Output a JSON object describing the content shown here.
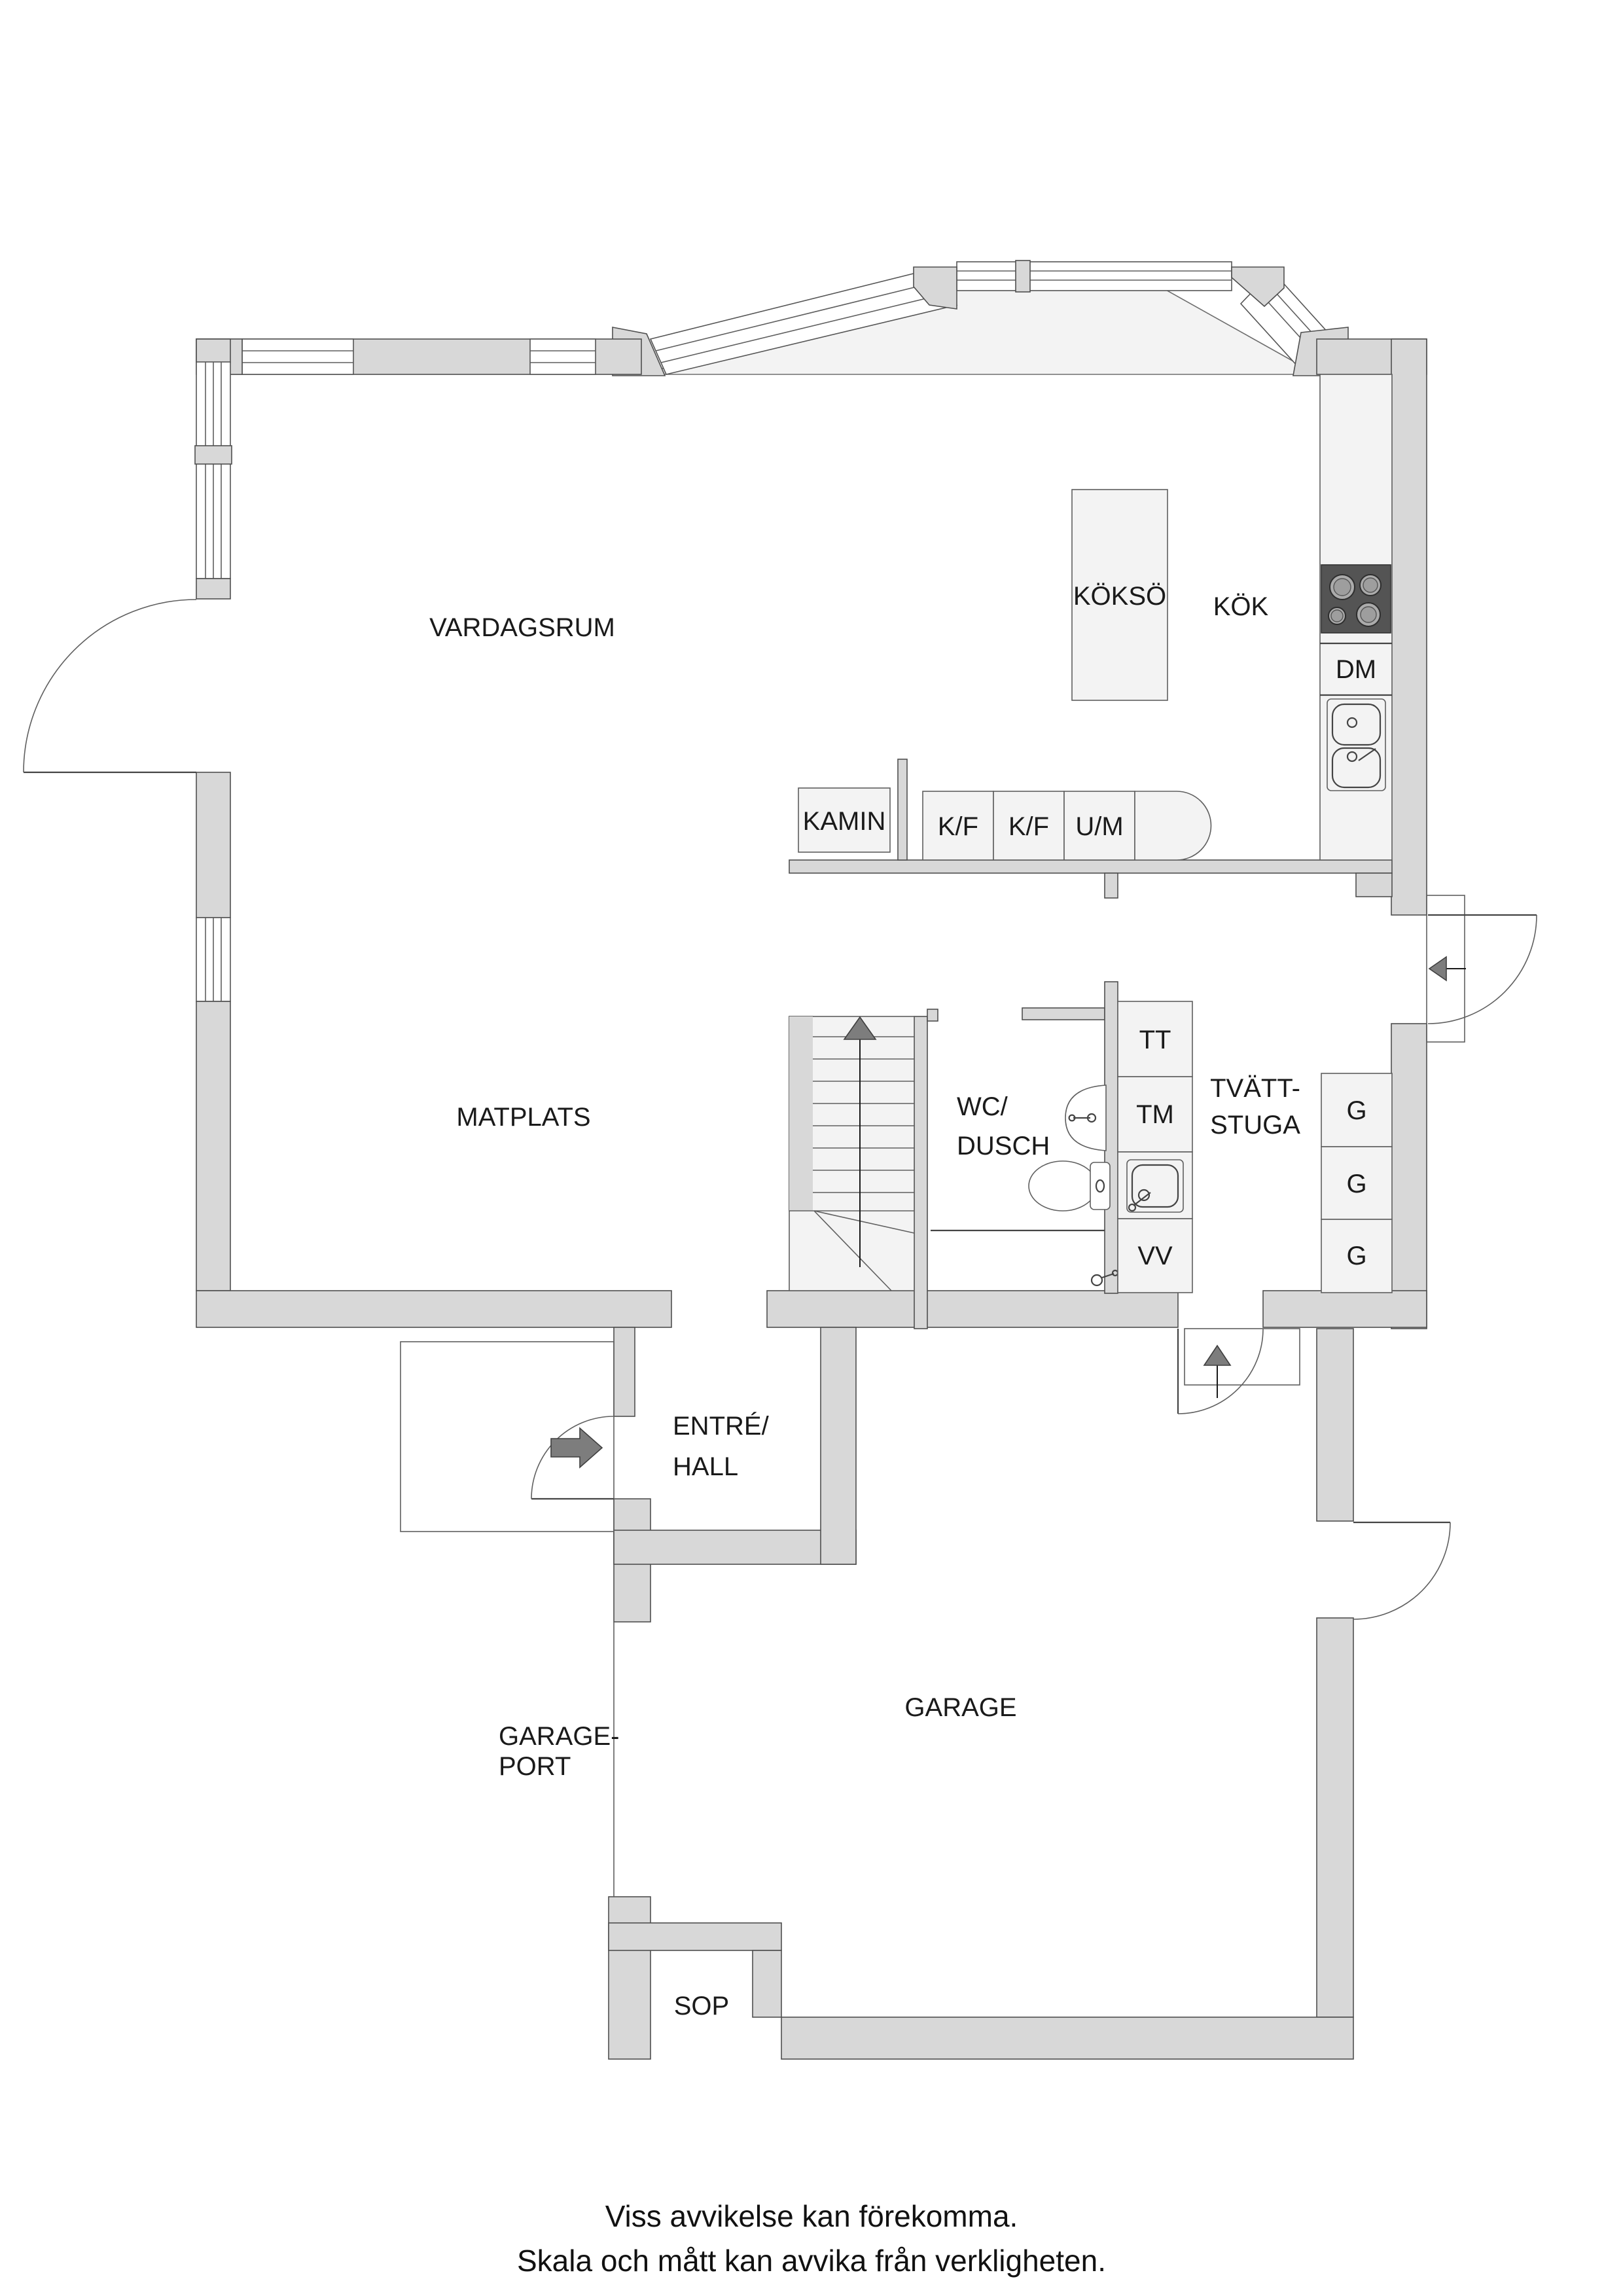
{
  "plan": {
    "rooms": {
      "vardagsrum": "VARDAGSRUM",
      "matplats": "MATPLATS",
      "kok": "KÖK",
      "koksoe": "KÖKSÖ",
      "kamin": "KAMIN",
      "garage": "GARAGE",
      "sop": "SOP",
      "wc_line1": "WC/",
      "wc_line2": "DUSCH",
      "tvatt_line1": "TVÄTT-",
      "tvatt_line2": "STUGA",
      "entre_line1": "ENTRÉ/",
      "entre_line2": "HALL",
      "garageport_line1": "GARAGE-",
      "garageport_line2": "PORT"
    },
    "appliances": {
      "dm": "DM",
      "kf1": "K/F",
      "kf2": "K/F",
      "um": "U/M",
      "tt": "TT",
      "tm": "TM",
      "vv": "VV",
      "g1": "G",
      "g2": "G",
      "g3": "G"
    }
  },
  "footer": {
    "line1": "Viss avvikelse kan förekomma.",
    "line2": "Skala och mått kan avvika från verkligheten."
  },
  "colors": {
    "wall_fill": "#d8d8d8",
    "wall_outline": "#4f4f4f",
    "zone_fill": "#f3f3f3",
    "stove_fill": "#545454",
    "arrow_fill": "#7d7d7d",
    "text": "#1a1a1a",
    "background": "#ffffff"
  }
}
